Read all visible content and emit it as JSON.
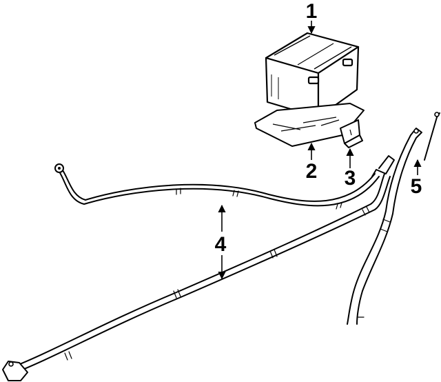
{
  "diagram": {
    "callouts": [
      {
        "id": "battery",
        "label": "1"
      },
      {
        "id": "tray",
        "label": "2"
      },
      {
        "id": "bracket",
        "label": "3"
      },
      {
        "id": "cable",
        "label": "4"
      },
      {
        "id": "ground-cable",
        "label": "5"
      }
    ],
    "colors": {
      "ink": "#000000",
      "paper": "#ffffff"
    }
  }
}
